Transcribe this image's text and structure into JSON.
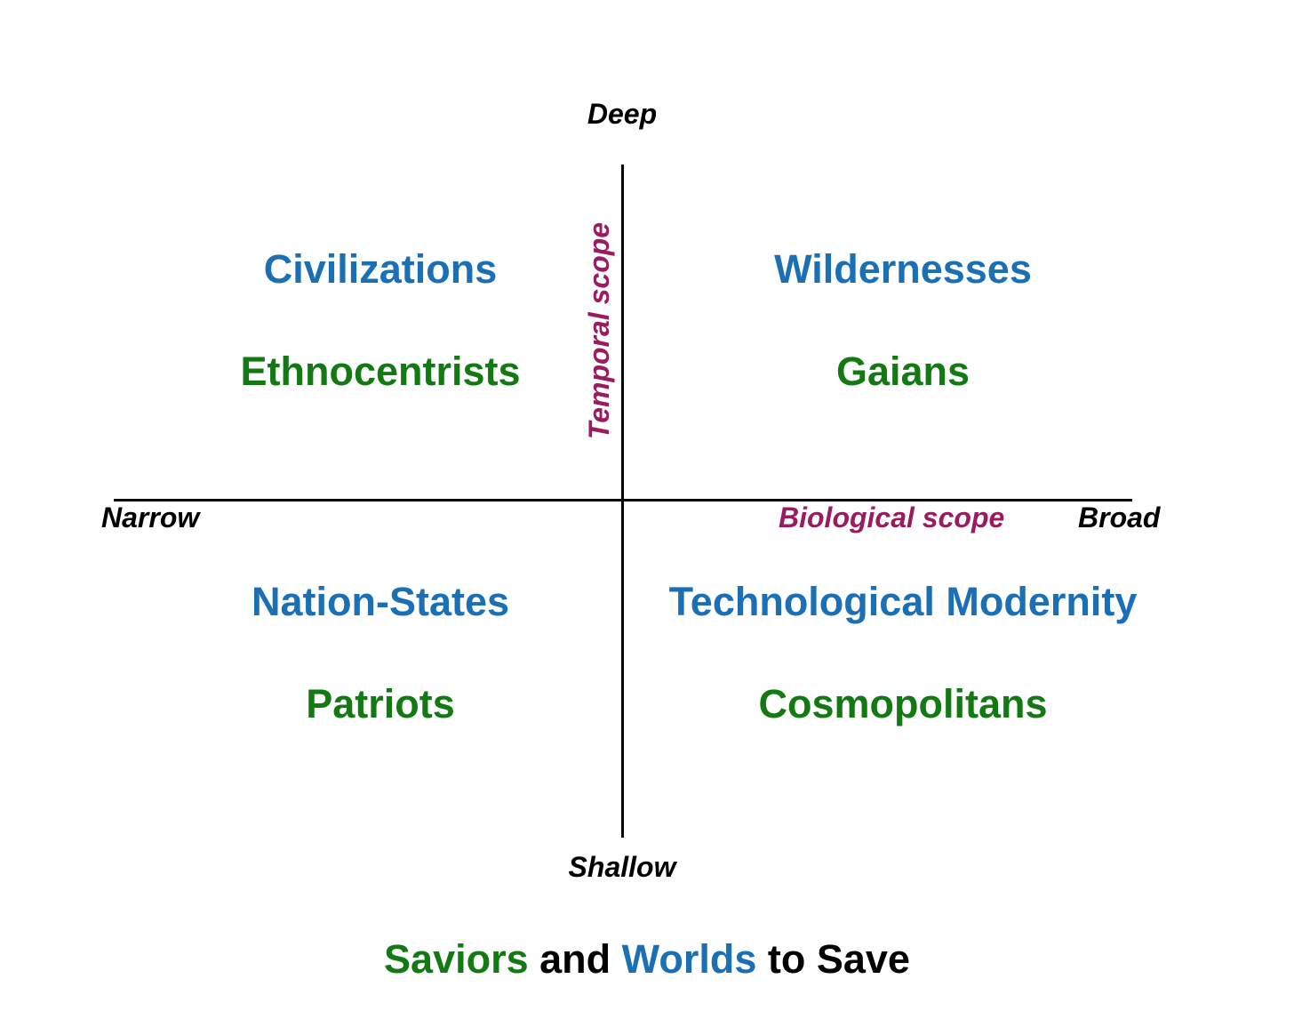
{
  "colors": {
    "world": "#1a6fb5",
    "savior": "#137a13",
    "axis_label": "#9b1b5e",
    "axis_line": "#000000",
    "pole_text": "#000000",
    "title_text": "#000000"
  },
  "axes": {
    "vertical": {
      "top_label": "Deep",
      "bottom_label": "Shallow",
      "name": "Temporal scope"
    },
    "horizontal": {
      "left_label": "Narrow",
      "right_label": "Broad",
      "name": "Biological scope"
    }
  },
  "quadrants": {
    "top_left": {
      "world": "Civilizations",
      "savior": "Ethnocentrists"
    },
    "top_right": {
      "world": "Wildernesses",
      "savior": "Gaians"
    },
    "bottom_left": {
      "world": "Nation-States",
      "savior": "Patriots"
    },
    "bottom_right": {
      "world": "Technological Modernity",
      "savior": "Cosmopolitans"
    }
  },
  "title": {
    "part1": "Saviors",
    "part2": " and ",
    "part3": "Worlds",
    "part4": " to Save"
  }
}
